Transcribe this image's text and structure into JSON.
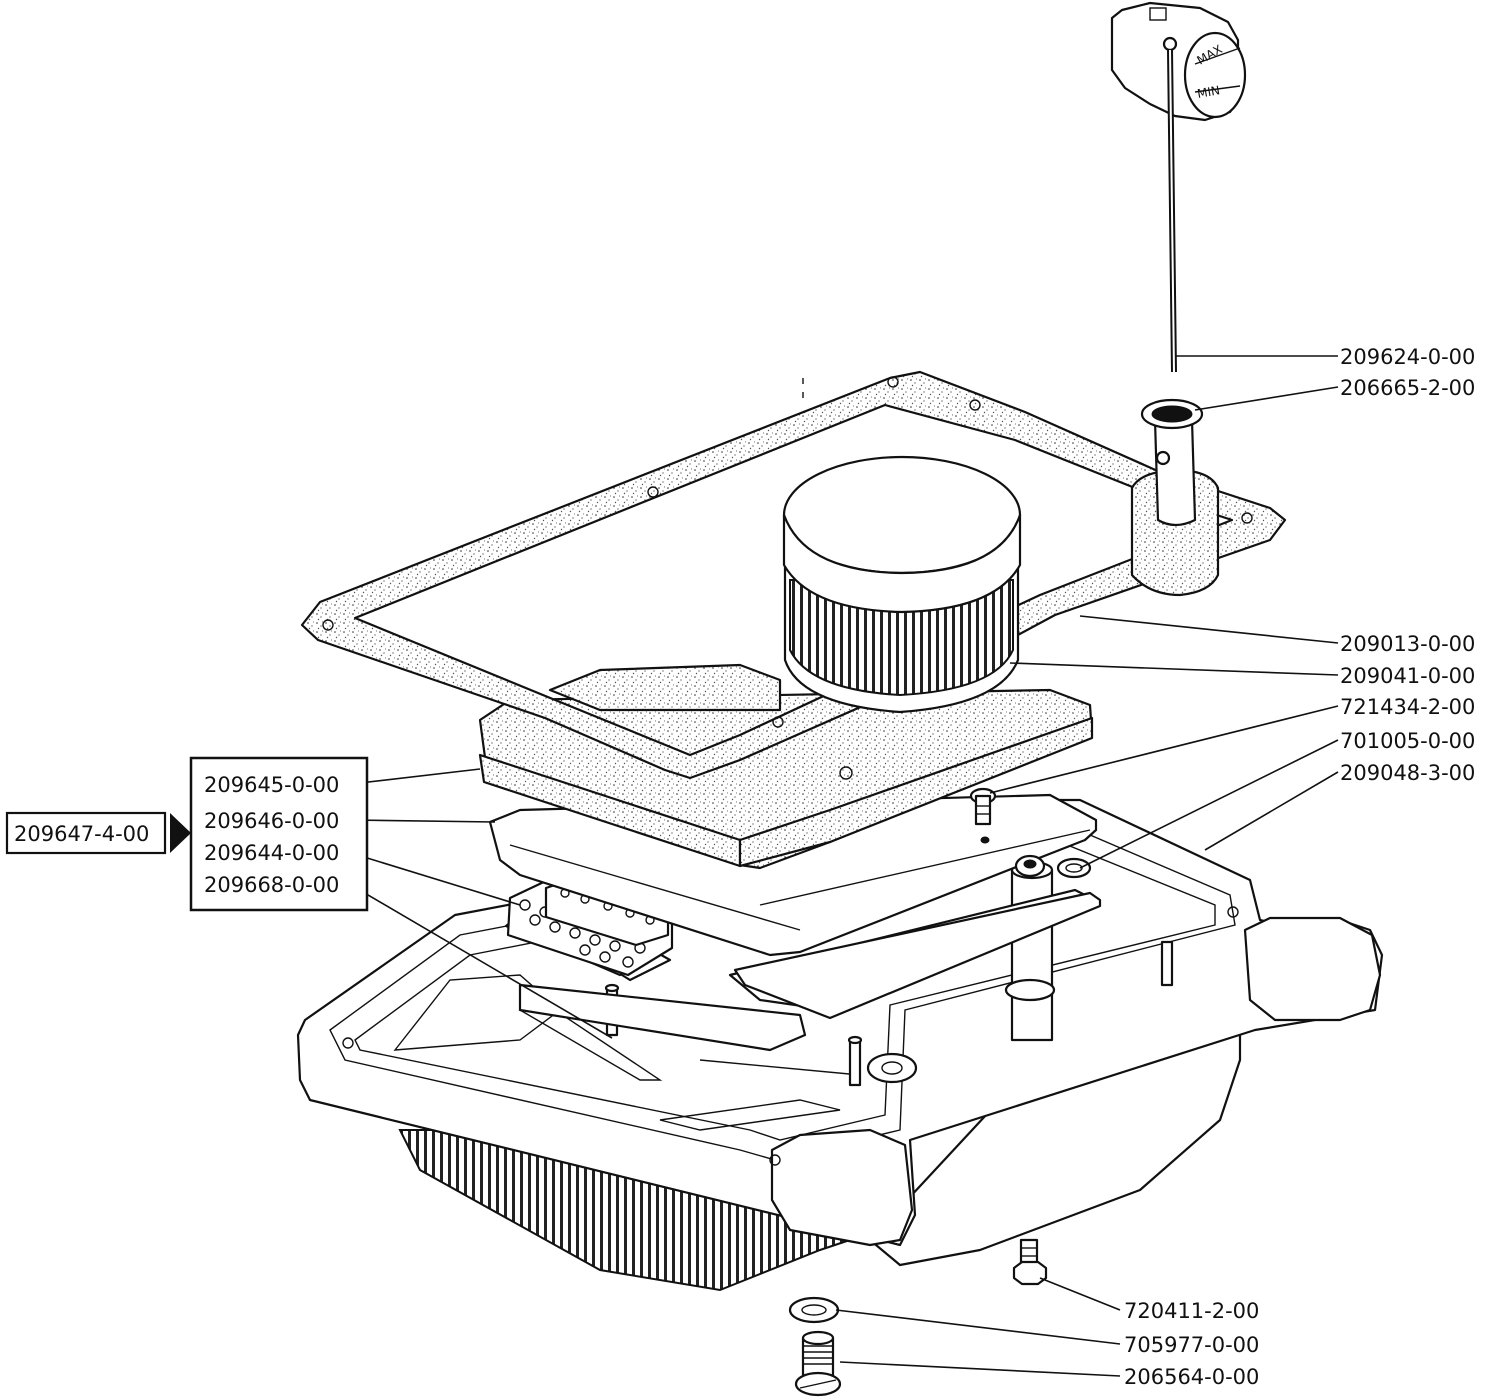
{
  "dial_labels": {
    "max": "MAX",
    "min": "MIN"
  },
  "assembly": {
    "label": "209647-4-00"
  },
  "group": [
    "209645-0-00",
    "209646-0-00",
    "209644-0-00",
    "209668-0-00"
  ],
  "callouts": {
    "dipstick": "209624-0-00",
    "dipstick_tube": "206665-2-00",
    "gasket": "209013-0-00",
    "filter": "209041-0-00",
    "screw_small": "721434-2-00",
    "washer_small": "701005-0-00",
    "housing": "209048-3-00",
    "bottom_screw": "720411-2-00",
    "drain_washer": "705977-0-00",
    "drain_plug": "206564-0-00"
  }
}
